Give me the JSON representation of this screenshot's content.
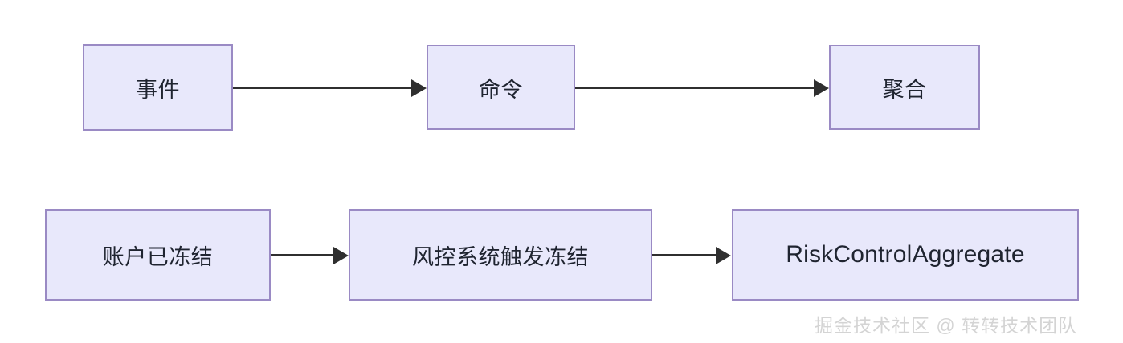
{
  "diagram": {
    "type": "flowchart",
    "direction": "left-to-right",
    "background_color": "#ffffff",
    "node_fill_color": "#e8e8fb",
    "node_border_color": "#9a8ac4",
    "edge_color": "#2f2f2f",
    "rows": [
      {
        "name": "legend-row",
        "nodes": [
          {
            "id": "event",
            "label": "事件"
          },
          {
            "id": "command",
            "label": "命令"
          },
          {
            "id": "aggregate",
            "label": "聚合"
          }
        ],
        "edges": [
          {
            "from": "event",
            "to": "command"
          },
          {
            "from": "command",
            "to": "aggregate"
          }
        ]
      },
      {
        "name": "example-row",
        "nodes": [
          {
            "id": "account-frozen",
            "label": "账户已冻结"
          },
          {
            "id": "risk-trigger-freeze",
            "label": "风控系统触发冻结"
          },
          {
            "id": "risk-control-aggregate",
            "label": "RiskControlAggregate"
          }
        ],
        "edges": [
          {
            "from": "account-frozen",
            "to": "risk-trigger-freeze"
          },
          {
            "from": "risk-trigger-freeze",
            "to": "risk-control-aggregate"
          }
        ]
      }
    ]
  },
  "watermark": {
    "text": "掘金技术社区 @ 转转技术团队",
    "color": "#d4d4d4"
  }
}
